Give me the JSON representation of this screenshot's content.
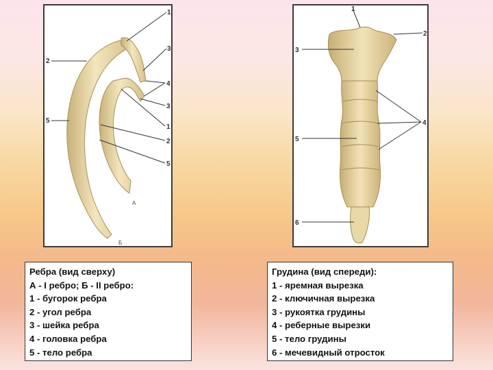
{
  "ribs_figure": {
    "labels": [
      "1",
      "2",
      "3",
      "4",
      "3",
      "1",
      "2",
      "5",
      "5"
    ],
    "rib_letters": [
      "А",
      "Б"
    ]
  },
  "sternum_figure": {
    "labels": [
      "1",
      "2",
      "3",
      "4",
      "5",
      "6"
    ]
  },
  "ribs_caption": {
    "title": "Ребра (вид сверху)",
    "subtitle": "А - I ребро; Б - II ребро:",
    "items": [
      "1 - бугорок ребра",
      "2 - угол ребра",
      "3 - шейка ребра",
      "4 - головка ребра",
      "5 - тело ребра"
    ]
  },
  "sternum_caption": {
    "title": "Грудина (вид спереди):",
    "items": [
      "1 - яремная вырезка",
      "2 - ключичная вырезка",
      "3 - рукоятка грудины",
      "4 - реберные вырезки",
      "5 - тело грудины",
      "6 - мечевидный отросток"
    ]
  },
  "colors": {
    "bone": "#ecdca8",
    "bone_shadow": "#c9b27a",
    "leader": "#333333"
  }
}
